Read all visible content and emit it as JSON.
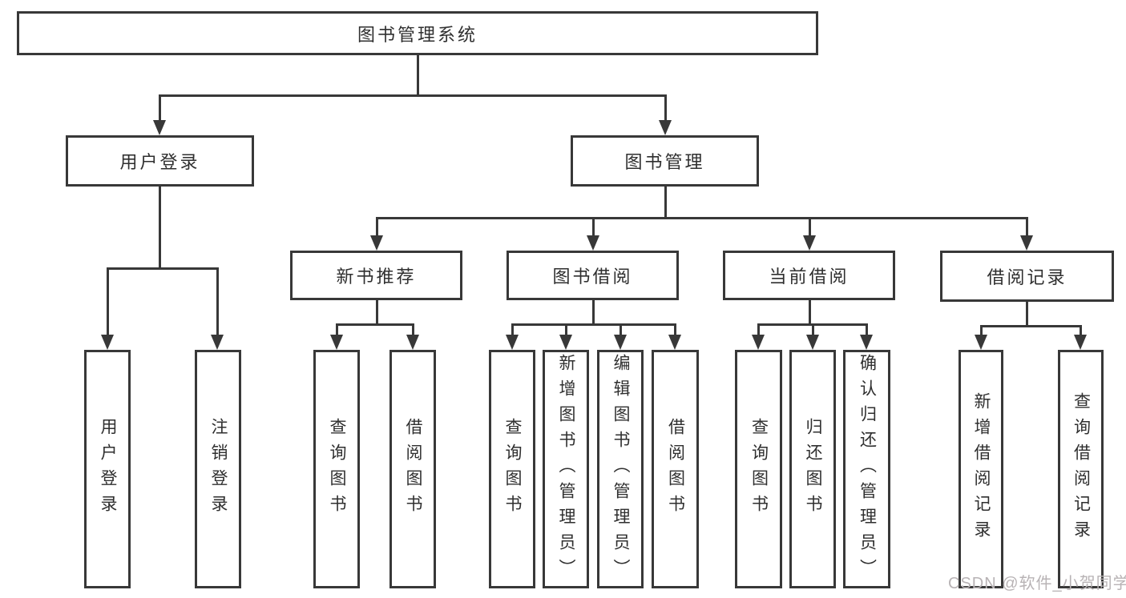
{
  "tree": {
    "root": {
      "label": "图书管理系统",
      "children": [
        {
          "label": "用户登录",
          "children": [
            {
              "label": "用户登录"
            },
            {
              "label": "注销登录"
            }
          ]
        },
        {
          "label": "图书管理",
          "children": [
            {
              "label": "新书推荐",
              "children": [
                {
                  "label": "查询图书"
                },
                {
                  "label": "借阅图书"
                }
              ]
            },
            {
              "label": "图书借阅",
              "children": [
                {
                  "label": "查询图书"
                },
                {
                  "label": "新增图书（管理员）"
                },
                {
                  "label": "编辑图书（管理员）"
                },
                {
                  "label": "借阅图书"
                }
              ]
            },
            {
              "label": "当前借阅",
              "children": [
                {
                  "label": "查询图书"
                },
                {
                  "label": "归还图书"
                },
                {
                  "label": "确认归还（管理员）"
                }
              ]
            },
            {
              "label": "借阅记录",
              "children": [
                {
                  "label": "新增借阅记录"
                },
                {
                  "label": "查询借阅记录"
                }
              ]
            }
          ]
        }
      ]
    }
  },
  "watermark": {
    "text": "CSDN @软件_小贺同学"
  },
  "colors": {
    "line": "#383838",
    "text": "#2f2f2f",
    "watermark": "#b8b3b5",
    "background": "#ffffff"
  }
}
